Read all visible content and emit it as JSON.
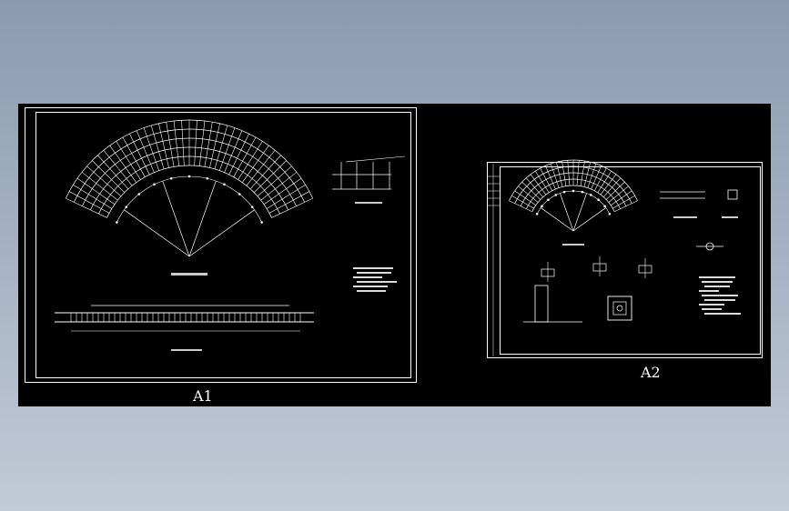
{
  "sheets": [
    {
      "id": "A1",
      "label": "A1"
    },
    {
      "id": "A2",
      "label": "A2"
    }
  ],
  "colors": {
    "background_top": "#8a9bb0",
    "background_bottom": "#c2cad6",
    "canvas": "#000000",
    "lines": "#ffffff"
  }
}
